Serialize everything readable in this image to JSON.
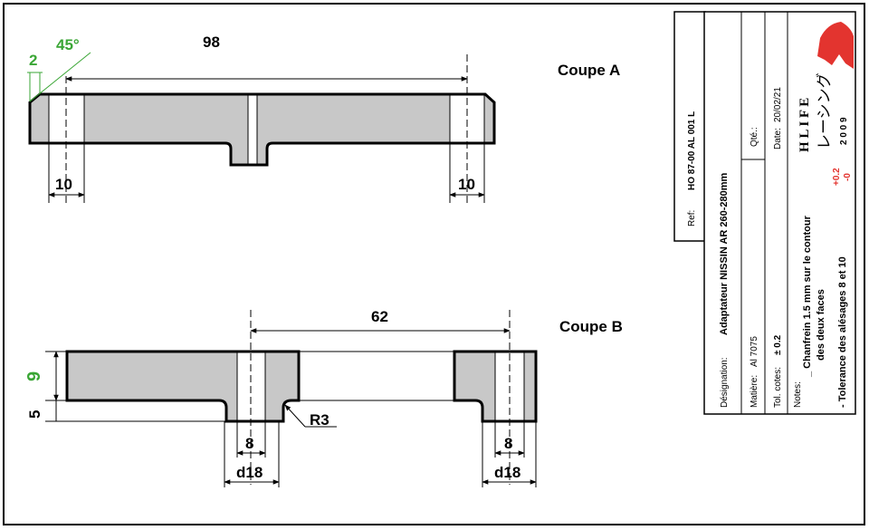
{
  "colors": {
    "part_fill": "#c8c8c8",
    "outline": "#000000",
    "green": "#3aa635",
    "red": "#e3342f"
  },
  "section_a": {
    "title": "Coupe A",
    "dim_length": "98",
    "dim_chamfer": "2",
    "dim_angle": "45°",
    "dim_left_hole": "10",
    "dim_right_hole": "10"
  },
  "section_b": {
    "title": "Coupe B",
    "dim_spacing": "62",
    "dim_height_top": "9",
    "dim_height_bottom": "5",
    "dim_radius": "R3",
    "dim_bore_left": "8",
    "dim_counterbore_left": "d18",
    "dim_bore_right": "8",
    "dim_counterbore_right": "d18"
  },
  "title_block": {
    "ref_label": "Ref:",
    "ref_value": "HO 87-00 AL 001 L",
    "designation_label": "Désignation:",
    "designation_value": "Adaptateur NISSIN AR 260-280mm",
    "material_label": "Matière:",
    "material_value": "Al 7075",
    "qty_label": "Qté.:",
    "tol_label": "Tol. cotes:",
    "tol_value": "± 0.2",
    "date_label": "Date:",
    "date_value": "20/02/21",
    "notes_label": "Notes:",
    "note_line1": "_ Chanfrein 1.5 mm sur le contour",
    "note_line2": "des deux faces",
    "note_line3": "- Tolerance des alésages 8 et 10",
    "tol_plus": "+0.2",
    "tol_minus": "-0",
    "logo_letters": "H  L  I  F  E",
    "logo_katakana": "レーシング",
    "logo_year": "2  0  0  9"
  }
}
